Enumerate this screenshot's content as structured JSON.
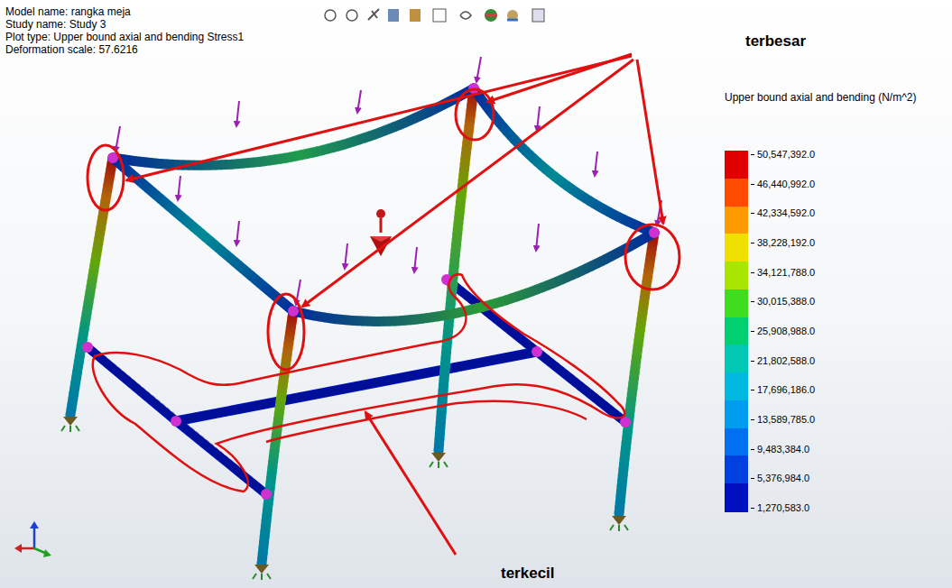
{
  "diagram": {
    "labels": [
      "Model name: rangka meja",
      "Study name: Study 3",
      "Plot type: Upper bound axial and bending Stress1",
      "Deformation scale: 57.6216",
      "terbesar",
      "terkecil",
      "Upper bound axial and bending (N/m^2)"
    ],
    "legend": [
      {
        "text": "50,547,392.0",
        "color": "#e00000"
      },
      {
        "text": "46,440,992.0",
        "color": "#ff4a00"
      },
      {
        "text": "42,334,592.0",
        "color": "#ff9a00"
      },
      {
        "text": "38,228,192.0",
        "color": "#f0e000"
      },
      {
        "text": "34,121,788.0",
        "color": "#a8e600"
      },
      {
        "text": "30,015,388.0",
        "color": "#40dc20"
      },
      {
        "text": "25,908,988.0",
        "color": "#00d070"
      },
      {
        "text": "21,802,588.0",
        "color": "#00c8b4"
      },
      {
        "text": "17,696,186.0",
        "color": "#00b8e0"
      },
      {
        "text": "13,589,785.0",
        "color": "#009cf0"
      },
      {
        "text": "9,483,384.0",
        "color": "#0070f0"
      },
      {
        "text": "5,376,984.0",
        "color": "#0040e0"
      },
      {
        "text": "1,270,583.0",
        "color": "#0010c0"
      }
    ]
  }
}
